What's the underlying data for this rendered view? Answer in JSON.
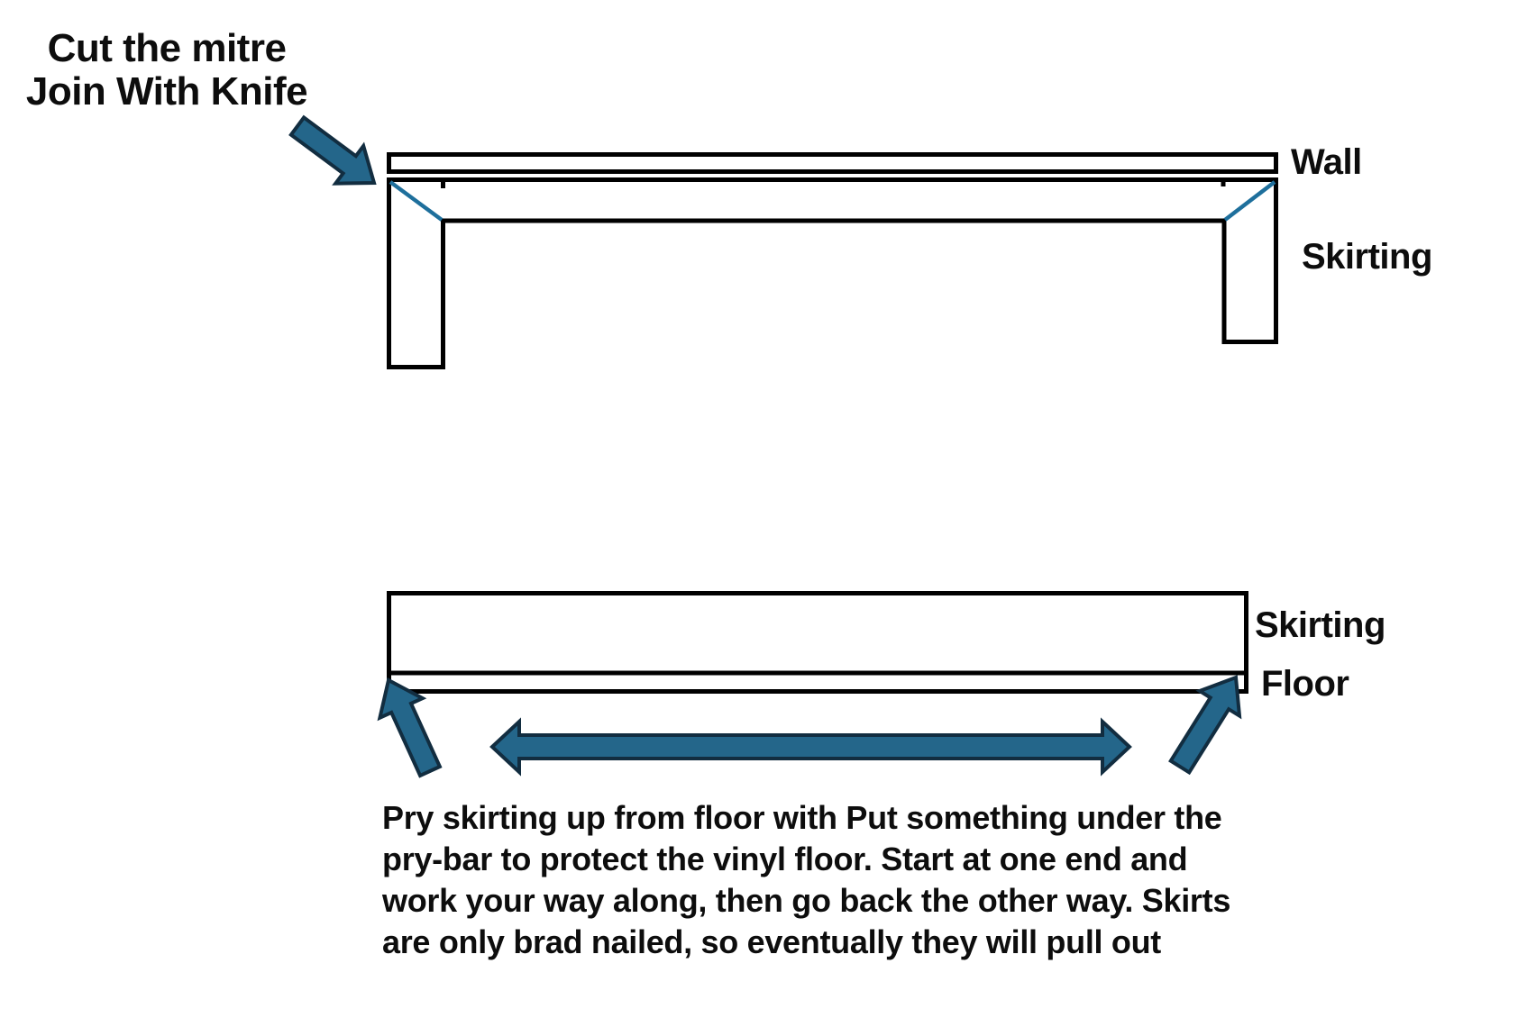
{
  "heading": {
    "line1": "Cut the mitre",
    "line2": "Join With Knife"
  },
  "top_diagram": {
    "wall_label": "Wall",
    "skirting_label": "Skirting"
  },
  "bottom_diagram": {
    "skirting_label": "Skirting",
    "floor_label": "Floor"
  },
  "instructions": {
    "lines": [
      "Pry skirting up from floor with Put something under the",
      "pry-bar to protect the vinyl floor. Start at one end and",
      "work your way along, then go back the other way. Skirts",
      "are only brad nailed, so eventually they will pull out"
    ]
  },
  "icons": {
    "cut_mitre_arrow": "block-arrow-pointing-down-right",
    "pry_up_left_arrow": "block-arrow-pointing-up-left",
    "pry_up_right_arrow": "block-arrow-pointing-up-right",
    "work_direction_arrow": "double-headed-horizontal-block-arrow"
  },
  "colors": {
    "background": "#FFFFFF",
    "line_color": "#000000",
    "text_color": "#0D0D0D",
    "arrow_fill": "#24668A",
    "arrow_outline": "#122D40",
    "mitre_line": "#1E6F9C"
  }
}
